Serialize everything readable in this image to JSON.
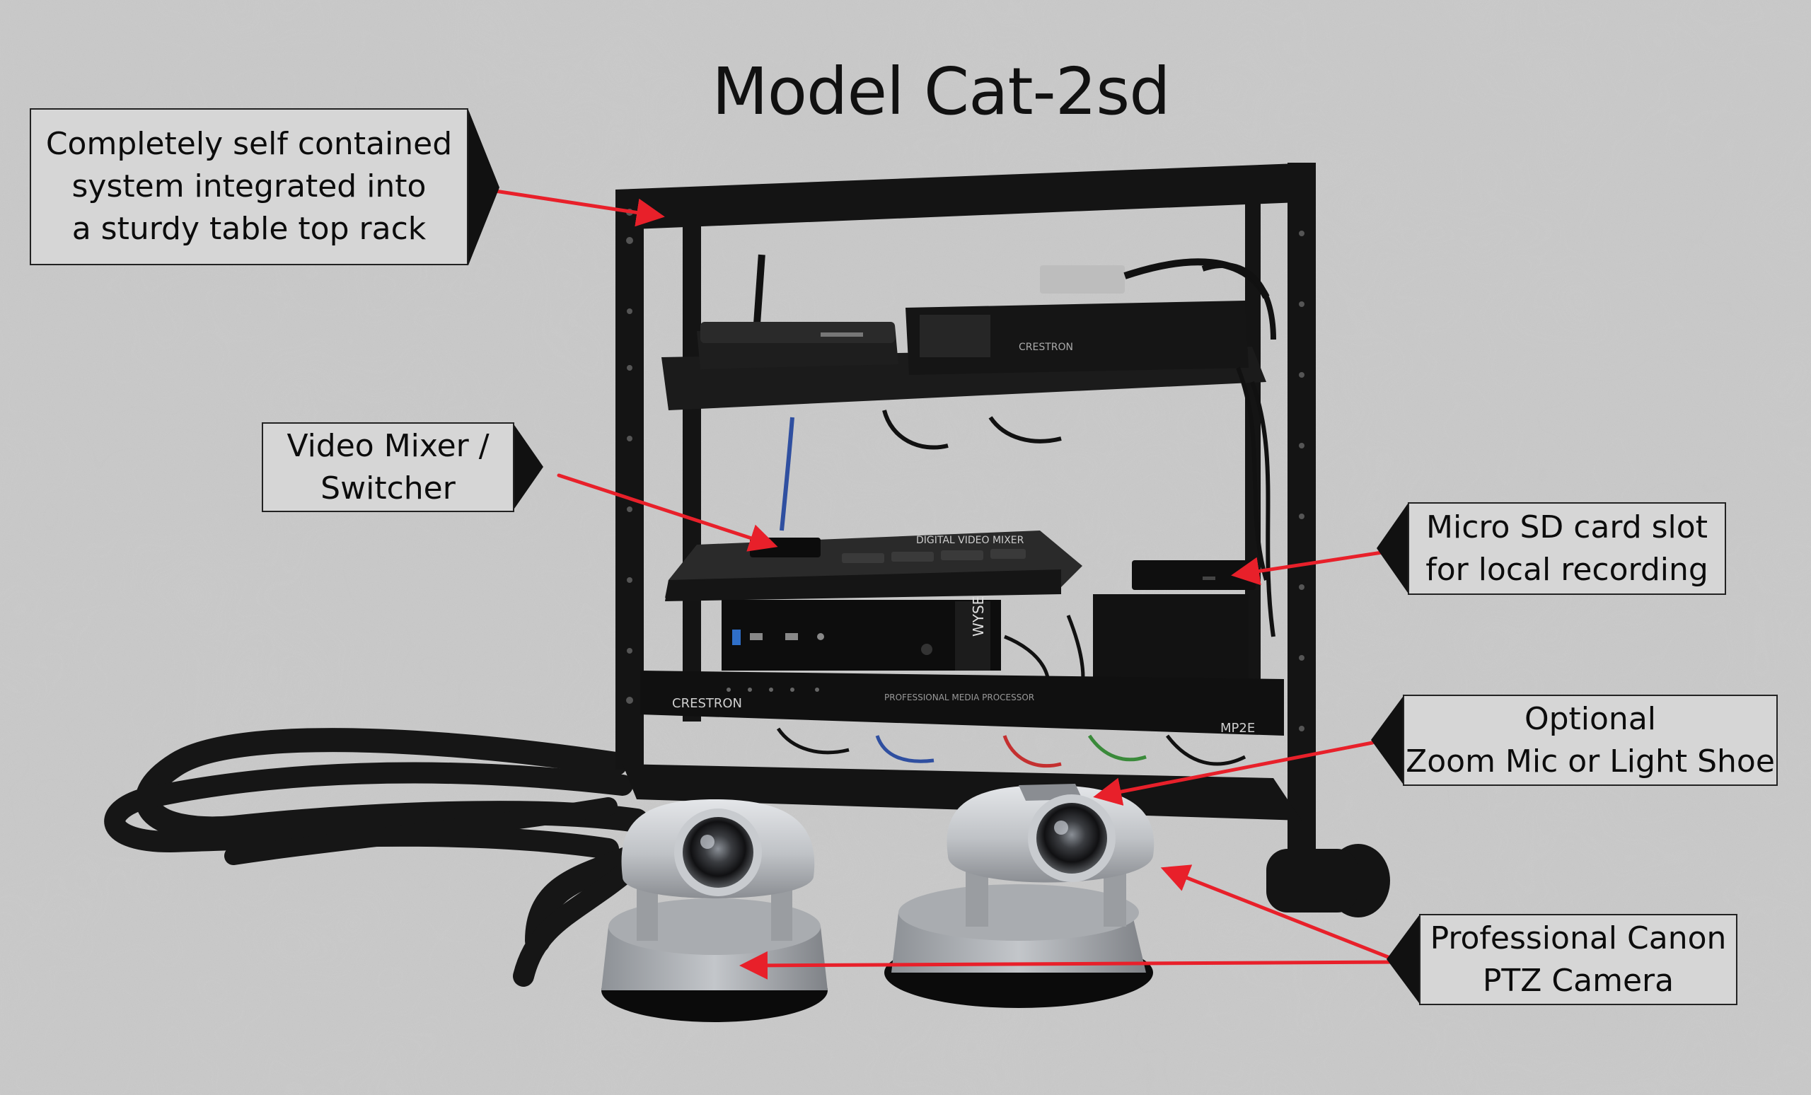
{
  "title": "Model Cat-2sd",
  "callouts": {
    "rack": {
      "line1": "Completely self contained",
      "line2": "system integrated into",
      "line3": "a sturdy table top rack"
    },
    "mixer": {
      "line1": "Video Mixer /",
      "line2": "Switcher"
    },
    "sd": {
      "line1": "Micro SD card slot",
      "line2": "for local recording"
    },
    "mic": {
      "line1": "Optional",
      "line2": "Zoom Mic or Light Shoe"
    },
    "camera": {
      "line1": "Professional Canon",
      "line2": "PTZ Camera"
    }
  },
  "colors": {
    "arrow": "#e8202a",
    "label_fill": "#d6d6d6",
    "rack": "#141414",
    "camera_silver": "#b9bcc0"
  },
  "brands": {
    "crestron": "CRESTRON",
    "wyse": "WYSE",
    "mixer": "DIGITAL VIDEO MIXER",
    "processor": "PROFESSIONAL MEDIA PROCESSOR",
    "mp2e": "MP2E"
  }
}
